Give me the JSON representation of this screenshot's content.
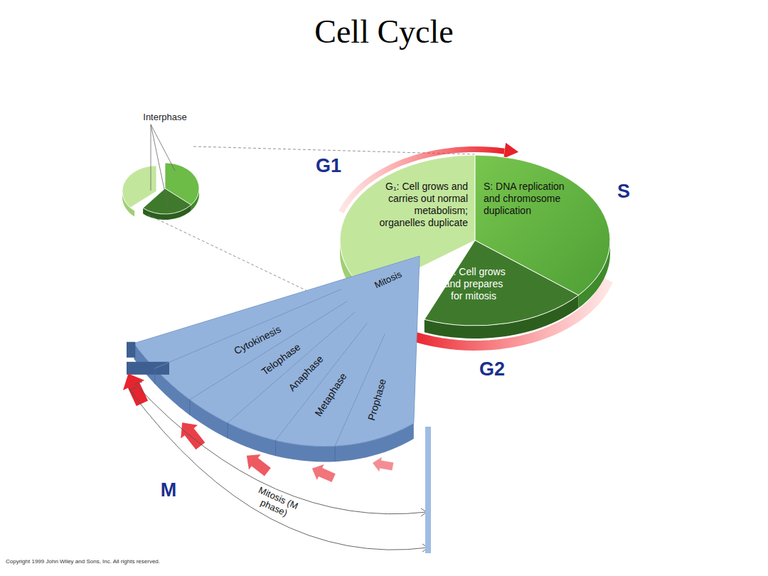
{
  "diagram": {
    "title": "Cell Cycle",
    "nodes": [
      {
        "text": [
          "G₁: Cell grows and carries out normal metabolism; organelles duplicate"
        ]
      },
      {
        "text": [
          "S: DNA replication and chromosome duplication"
        ]
      },
      {
        "text": [
          "G₂: Cell grows and prepares for mitosis"
        ]
      }
    ],
    "labels": [
      "Interphase",
      "G1",
      "S",
      "G2",
      "Mitosis",
      "Cytokinesis",
      "Telophase",
      "Anaphase",
      "Metaphase",
      "Prophase",
      "Mitosis (M phase)",
      "M",
      "Copyright 1999 John Wiley and Sons, Inc. All rights reserved."
    ]
  }
}
